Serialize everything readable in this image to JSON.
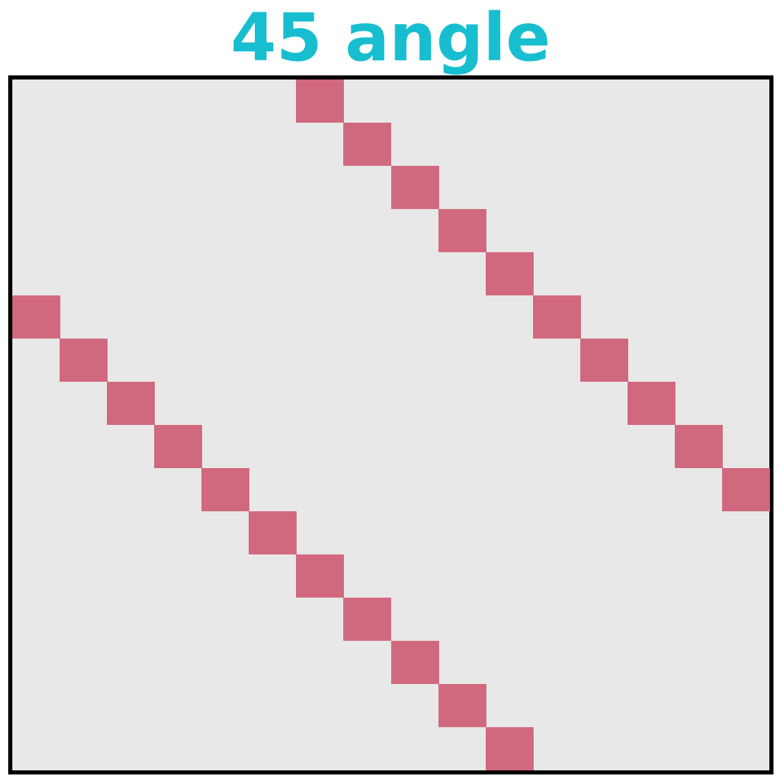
{
  "title": "45 angle",
  "colors": {
    "title": "#17becf",
    "background": "#e9e8e8",
    "cell": "#d1697e",
    "border": "#000000"
  },
  "grid": {
    "cols": 16,
    "rows": 16,
    "cells": [
      [
        6,
        0
      ],
      [
        7,
        1
      ],
      [
        8,
        2
      ],
      [
        9,
        3
      ],
      [
        10,
        4
      ],
      [
        11,
        5
      ],
      [
        12,
        6
      ],
      [
        13,
        7
      ],
      [
        14,
        8
      ],
      [
        15,
        9
      ],
      [
        0,
        5
      ],
      [
        1,
        6
      ],
      [
        2,
        7
      ],
      [
        3,
        8
      ],
      [
        4,
        9
      ],
      [
        5,
        10
      ],
      [
        6,
        11
      ],
      [
        7,
        12
      ],
      [
        8,
        13
      ],
      [
        9,
        14
      ],
      [
        10,
        15
      ]
    ]
  }
}
